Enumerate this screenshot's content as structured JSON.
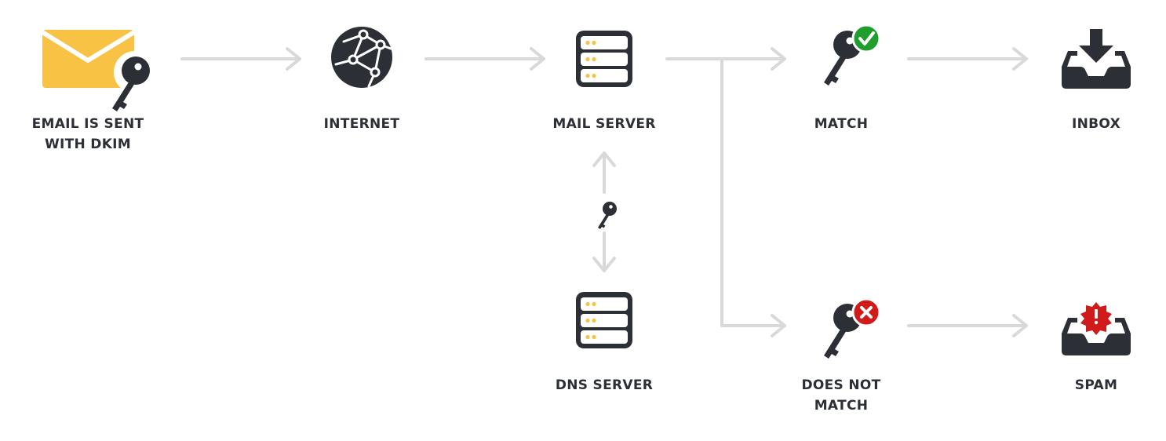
{
  "nodes": {
    "email": {
      "label_line1": "EMAIL IS SENT",
      "label_line2": "WITH DKIM",
      "icon": "envelope-key-icon"
    },
    "internet": {
      "label": "INTERNET",
      "icon": "globe-network-icon"
    },
    "mail_server": {
      "label": "MAIL SERVER",
      "icon": "server-icon"
    },
    "dns_server": {
      "label": "DNS SERVER",
      "icon": "server-icon"
    },
    "match": {
      "label": "MATCH",
      "icon": "key-check-icon"
    },
    "no_match": {
      "label_line1": "DOES NOT",
      "label_line2": "MATCH",
      "icon": "key-cross-icon"
    },
    "inbox": {
      "label": "INBOX",
      "icon": "inbox-download-icon"
    },
    "spam": {
      "label": "SPAM",
      "icon": "inbox-alert-icon"
    }
  },
  "colors": {
    "dark": "#2d2f36",
    "envelope": "#f8c244",
    "led": "#f8c244",
    "arrow": "#d9d9d9",
    "success": "#1f9e2e",
    "error": "#d11a1a"
  }
}
